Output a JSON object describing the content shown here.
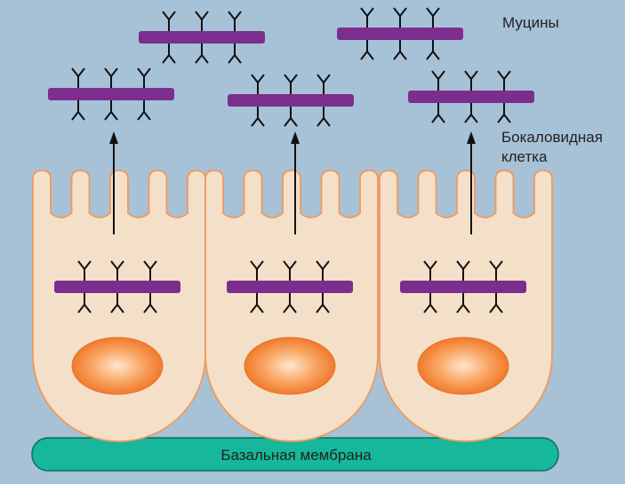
{
  "labels": {
    "mucins": "Муцины",
    "goblet_cell_line1": "Бокаловидная",
    "goblet_cell_line2": "клетка",
    "basal_membrane": "Базальная мембрана"
  },
  "colors": {
    "background": "#a7c1d7",
    "cell_fill": "#f4dfc9",
    "cell_stroke": "#ef9a5c",
    "mucin_bar": "#7b2e8d",
    "mucin_branch": "#111111",
    "nucleus_outer": "#f07a2c",
    "nucleus_inner": "#ffe6d0",
    "membrane_fill": "#16b79a",
    "membrane_stroke": "#0a6f5c"
  },
  "icons": {
    "mucin": "mucin-glycoprotein-icon",
    "arrow": "secretion-arrow-icon",
    "nucleus": "nucleus-icon"
  }
}
